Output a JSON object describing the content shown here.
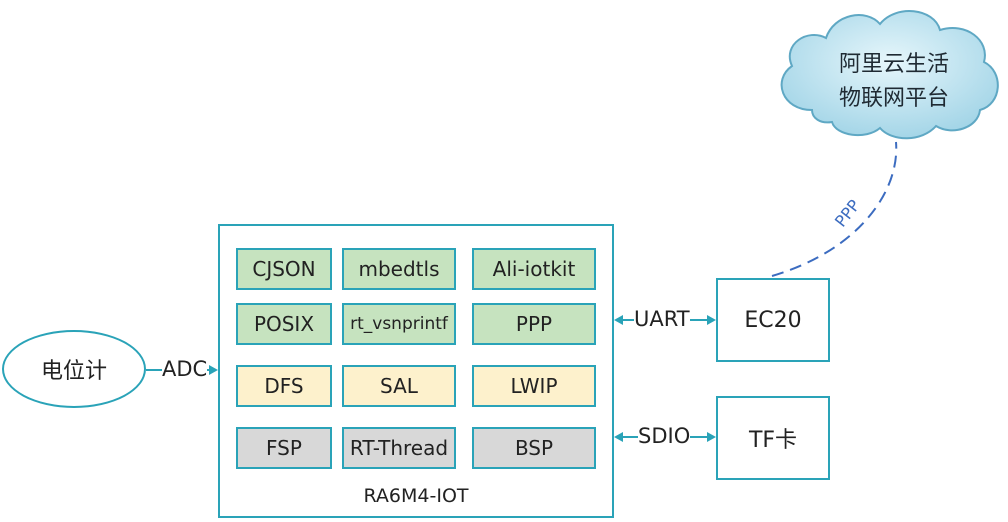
{
  "board": {
    "label": "RA6M4-IOT"
  },
  "modules": {
    "r1": [
      "CJSON",
      "mbedtls",
      "Ali-iotkit"
    ],
    "r2": [
      "POSIX",
      "rt_vsnprintf",
      "PPP"
    ],
    "r3": [
      "DFS",
      "SAL",
      "LWIP"
    ],
    "r4": [
      "FSP",
      "RT-Thread",
      "BSP"
    ]
  },
  "potentiometer": {
    "label": "电位计"
  },
  "ec20": {
    "label": "EC20"
  },
  "tf": {
    "label": "TF卡"
  },
  "cloud": {
    "line1": "阿里云生活",
    "line2": "物联网平台"
  },
  "links": {
    "adc": "ADC",
    "uart": "UART",
    "sdio": "SDIO",
    "ppp": "PPP"
  },
  "colors": {
    "stroke": "#2aa3b8",
    "green": "#c6e3bf",
    "yellow": "#fdf1cc",
    "gray": "#d8d8d8",
    "cloud_fill": "#a9d8e8",
    "dash": "#3c6cc0"
  }
}
